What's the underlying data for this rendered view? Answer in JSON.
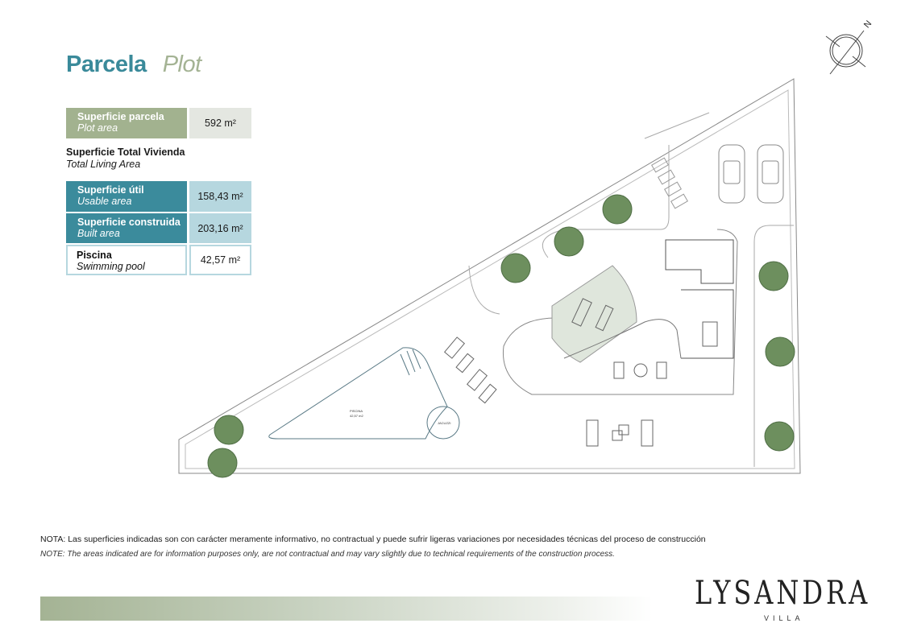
{
  "title": {
    "es": "Parcela",
    "en": "Plot"
  },
  "plot_area": {
    "label_es": "Superficie parcela",
    "label_en": "Plot area",
    "value": "592 m²"
  },
  "total_living": {
    "label_es": "Superficie Total Vivienda",
    "label_en": "Total Living Area"
  },
  "usable_area": {
    "label_es": "Superficie útil",
    "label_en": "Usable area",
    "value": "158,43 m²"
  },
  "built_area": {
    "label_es": "Superficie construida",
    "label_en": "Built area",
    "value": "203,16 m²"
  },
  "pool": {
    "label_es": "Piscina",
    "label_en": "Swimming pool",
    "value": "42,57 m²"
  },
  "plan": {
    "pool_label": "PISCINA",
    "pool_area": "42,57 m2",
    "jacuzzi_label": "JACUZZI",
    "north": "N"
  },
  "note_es": "NOTA: Las superficies indicadas son con carácter meramente informativo, no contractual y puede sufrir ligeras variaciones por necesidades técnicas del proceso de construcción",
  "note_en": "NOTE: The areas indicated are for information purposes only, are not contractual and may vary slightly due to technical requirements of the construction process.",
  "brand": {
    "name": "LYSANDRA",
    "sub": "VILLA"
  },
  "colors": {
    "teal": "#3b8b9c",
    "sage": "#a2b28f",
    "light_teal": "#b6d7df"
  }
}
